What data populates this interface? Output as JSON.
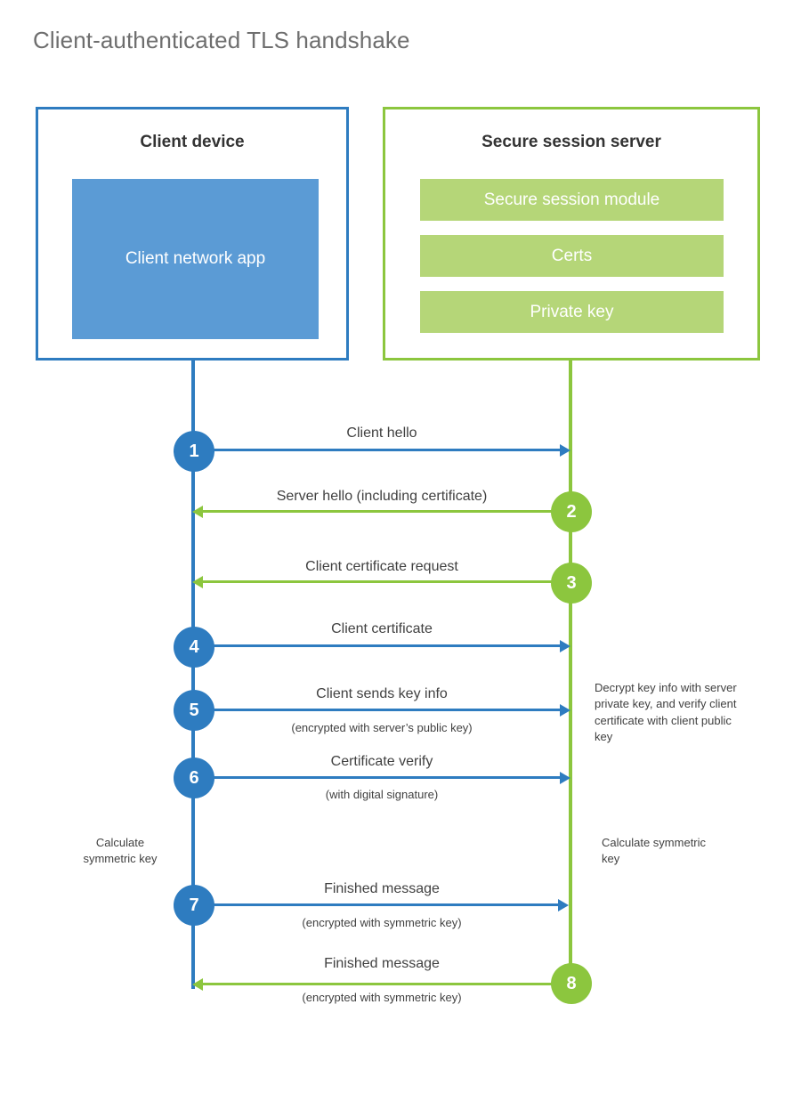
{
  "title": "Client-authenticated TLS handshake",
  "colors": {
    "client_blue": "#2E7CC0",
    "client_app_fill": "#5B9BD5",
    "server_green": "#8CC63E",
    "server_block_fill": "#B5D678",
    "text": "#414141",
    "title_text": "#6E6E6E"
  },
  "participants": {
    "client": {
      "title": "Client device",
      "blocks": [
        {
          "label": "Client network app"
        }
      ]
    },
    "server": {
      "title": "Secure session server",
      "blocks": [
        {
          "label": "Secure session module"
        },
        {
          "label": "Certs"
        },
        {
          "label": "Private key"
        }
      ]
    }
  },
  "chart_data": {
    "type": "diagram",
    "diagram_kind": "sequence",
    "title": "Client-authenticated TLS handshake",
    "actors": [
      "Client device",
      "Secure session server"
    ],
    "steps": [
      {
        "number": "1",
        "from": "client",
        "to": "server",
        "label": "Client hello",
        "sublabel": ""
      },
      {
        "number": "2",
        "from": "server",
        "to": "client",
        "label": "Server hello (including certificate)",
        "sublabel": ""
      },
      {
        "number": "3",
        "from": "server",
        "to": "client",
        "label": "Client certificate request",
        "sublabel": ""
      },
      {
        "number": "4",
        "from": "client",
        "to": "server",
        "label": "Client certificate",
        "sublabel": ""
      },
      {
        "number": "5",
        "from": "client",
        "to": "server",
        "label": "Client sends key info",
        "sublabel": "(encrypted with server’s public key)"
      },
      {
        "number": "6",
        "from": "client",
        "to": "server",
        "label": "Certificate verify",
        "sublabel": "(with digital signature)"
      },
      {
        "number": "7",
        "from": "client",
        "to": "server",
        "label": "Finished message",
        "sublabel": "(encrypted with symmetric key)"
      },
      {
        "number": "8",
        "from": "server",
        "to": "client",
        "label": "Finished message",
        "sublabel": "(encrypted with symmetric key)"
      }
    ],
    "annotations": [
      {
        "side": "server",
        "text": "Decrypt key info with server private key, and verify client certificate with client public key"
      },
      {
        "side": "client",
        "text": "Calculate symmetric key"
      },
      {
        "side": "server",
        "text": "Calculate symmetric key"
      }
    ]
  },
  "steps": {
    "s1": {
      "number": "1",
      "label": "Client hello"
    },
    "s2": {
      "number": "2",
      "label": "Server hello (including certificate)"
    },
    "s3": {
      "number": "3",
      "label": "Client certificate request"
    },
    "s4": {
      "number": "4",
      "label": "Client certificate"
    },
    "s5": {
      "number": "5",
      "label": "Client sends key info",
      "sublabel": "(encrypted with server’s public key)"
    },
    "s6": {
      "number": "6",
      "label": "Certificate verify",
      "sublabel": "(with digital signature)"
    },
    "s7": {
      "number": "7",
      "label": "Finished message",
      "sublabel": "(encrypted with symmetric key)"
    },
    "s8": {
      "number": "8",
      "label": "Finished message",
      "sublabel": "(encrypted with symmetric key)"
    }
  },
  "notes": {
    "server_decrypt": "Decrypt key info with server private key, and verify client certificate with client public key",
    "client_calc": "Calculate symmetric key",
    "server_calc": "Calculate symmetric key"
  }
}
